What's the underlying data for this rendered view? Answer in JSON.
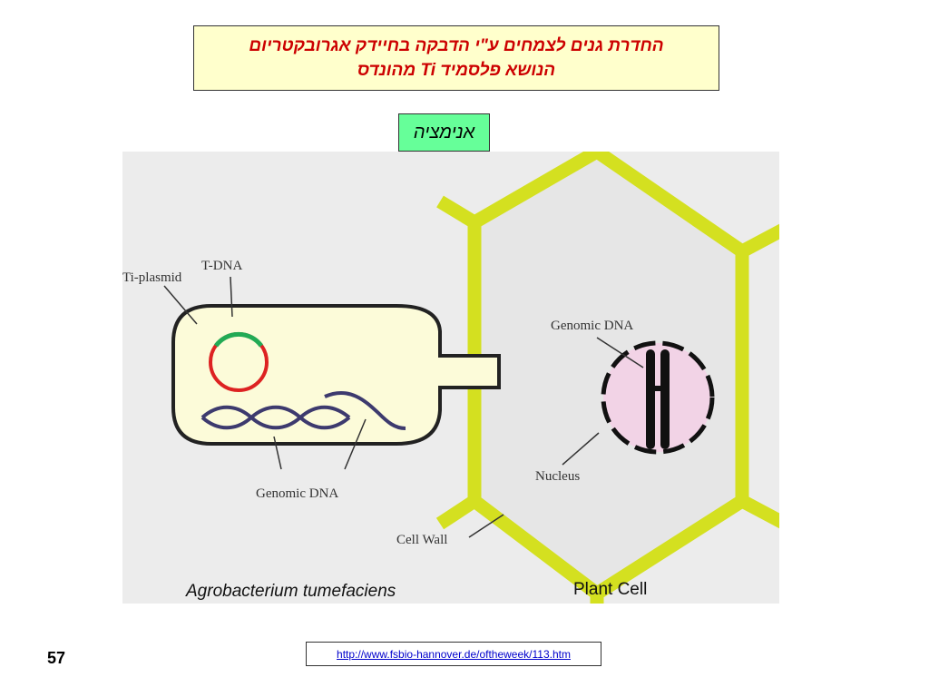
{
  "title": {
    "line1": "החדרת גנים לצמחים ע\"י הדבקה בחיידק אגרובקטריום",
    "line2": "הנושא פלסמיד  Ti מהונדס"
  },
  "animation_button": "אנימציה",
  "diagram": {
    "labels": {
      "ti_plasmid": "Ti-plasmid",
      "t_dna": "T-DNA",
      "genomic_dna_bacterium": "Genomic DNA",
      "genomic_dna_plant": "Genomic DNA",
      "nucleus": "Nucleus",
      "cell_wall": "Cell Wall"
    },
    "captions": {
      "bacterium": "Agrobacterium tumefaciens",
      "plant": "Plant Cell"
    },
    "colors": {
      "background": "#ececec",
      "bacterium_fill": "#fcfbd9",
      "cell_wall": "#d4e020",
      "plant_cytoplasm": "#e6e6e6",
      "nucleus_fill": "#f2d3e6",
      "plasmid": "#dd2222",
      "t_dna": "#22aa55",
      "genomic_dna_bacterium": "#3d3a6e"
    }
  },
  "page_number": "57",
  "source_url": "http://www.fsbio-hannover.de/oftheweek/113.htm"
}
